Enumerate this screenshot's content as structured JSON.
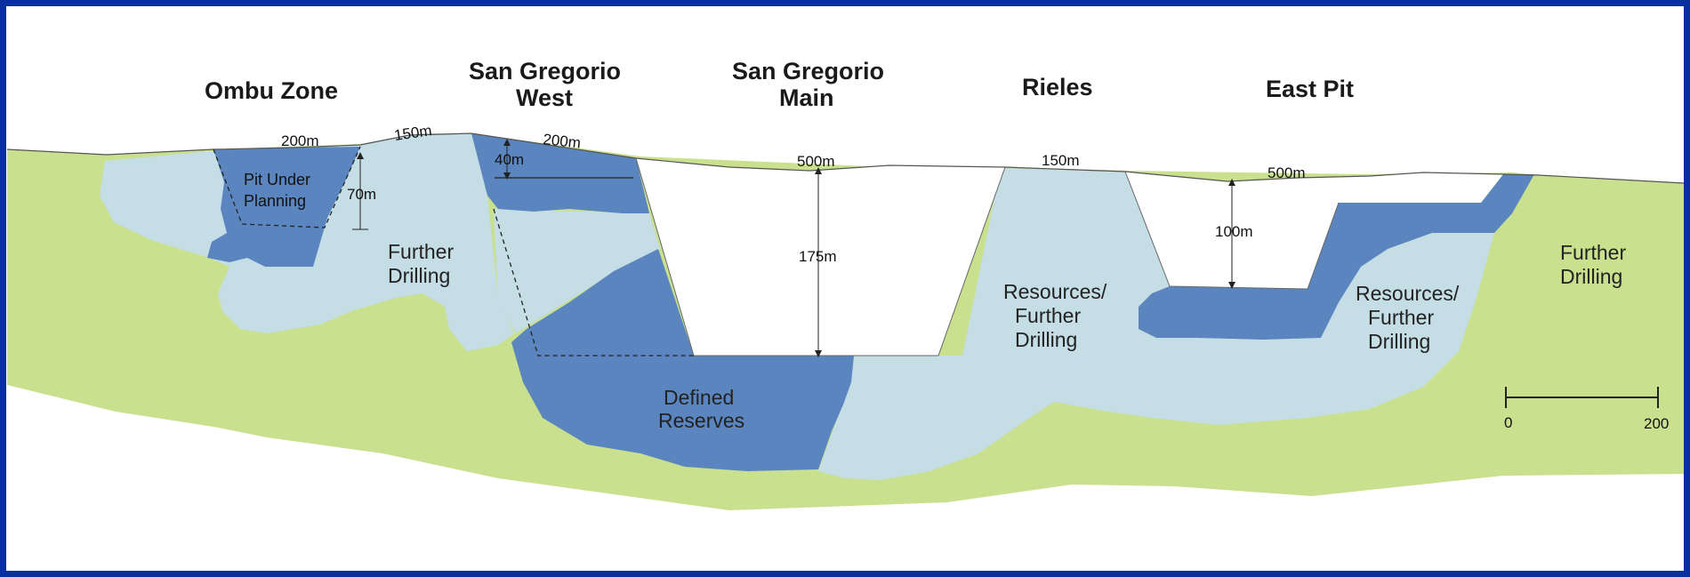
{
  "zones": {
    "ombu": "Ombu Zone",
    "sgw_line1": "San Gregorio",
    "sgw_line2": "West",
    "sgm_line1": "San Gregorio",
    "sgm_line2": "Main",
    "rieles": "Rieles",
    "east_pit": "East  Pit"
  },
  "regions": {
    "pit_under_planning_1": "Pit Under",
    "pit_under_planning_2": "Planning",
    "further_drilling_left_1": "Further",
    "further_drilling_left_2": "Drilling",
    "defined_reserves_1": "Defined",
    "defined_reserves_2": "Reserves",
    "resources_mid_1": "Resources/",
    "resources_mid_2": "Further",
    "resources_mid_3": "Drilling",
    "resources_east_1": "Resources/",
    "resources_east_2": "Further",
    "resources_east_3": "Drilling",
    "further_drilling_right_1": "Further",
    "further_drilling_right_2": "Drilling"
  },
  "dimensions": {
    "ombu_width": "200m",
    "ombu_depth": "70m",
    "gap_ombu_sgw": "150m",
    "sgw_width": "200m",
    "sgw_depth": "40m",
    "sgm_width": "500m",
    "sgm_depth": "175m",
    "gap_sgm_rieles": "150m",
    "east_width": "500m",
    "east_depth": "100m"
  },
  "scale_bar": {
    "min": "0",
    "max": "200"
  },
  "colors": {
    "green": "#c9e08f",
    "light_blue": "#c5dde5",
    "dark_blue": "#5a85bf",
    "border": "#0a2fa0"
  }
}
